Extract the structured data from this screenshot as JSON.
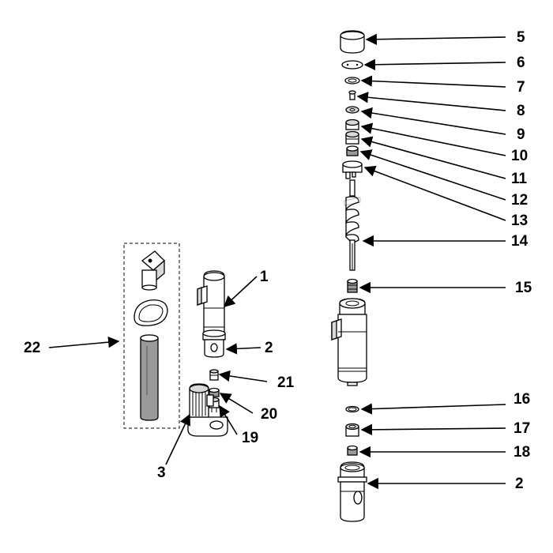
{
  "diagram": {
    "callouts": [
      {
        "id": "c5",
        "label": "5"
      },
      {
        "id": "c6",
        "label": "6"
      },
      {
        "id": "c7",
        "label": "7"
      },
      {
        "id": "c8",
        "label": "8"
      },
      {
        "id": "c9",
        "label": "9"
      },
      {
        "id": "c10",
        "label": "10"
      },
      {
        "id": "c11",
        "label": "11"
      },
      {
        "id": "c12",
        "label": "12"
      },
      {
        "id": "c13",
        "label": "13"
      },
      {
        "id": "c14",
        "label": "14"
      },
      {
        "id": "c15",
        "label": "15"
      },
      {
        "id": "c16",
        "label": "16"
      },
      {
        "id": "c17",
        "label": "17"
      },
      {
        "id": "c18",
        "label": "18"
      },
      {
        "id": "c2b",
        "label": "2"
      },
      {
        "id": "c1",
        "label": "1"
      },
      {
        "id": "c2a",
        "label": "2"
      },
      {
        "id": "c21",
        "label": "21"
      },
      {
        "id": "c20",
        "label": "20"
      },
      {
        "id": "c19",
        "label": "19"
      },
      {
        "id": "c3",
        "label": "3"
      },
      {
        "id": "c22",
        "label": "22"
      }
    ]
  }
}
